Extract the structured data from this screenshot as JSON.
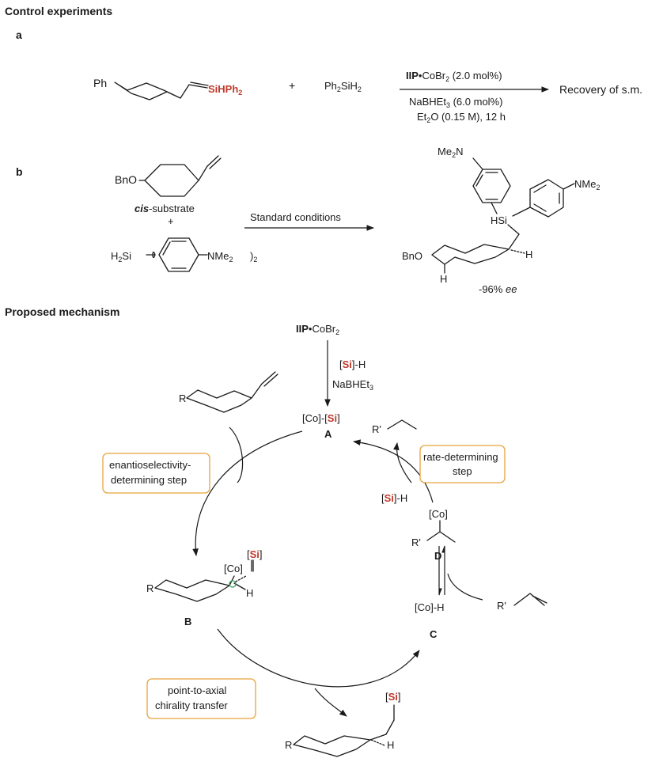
{
  "headings": {
    "control": "Control experiments",
    "mechanism": "Proposed mechanism",
    "part_a": "a",
    "part_b": "b"
  },
  "part_a": {
    "ph_label": "Ph",
    "silane_substituent": "SiHPh",
    "silane_substituent_sub": "2",
    "plus": "+",
    "reagent": "Ph",
    "reagent_sub1": "2",
    "reagent_mid": "SiH",
    "reagent_sub2": "2",
    "catalyst_bold": "IIP",
    "catalyst_rest": "•CoBr",
    "catalyst_sub": "2",
    "catalyst_loading": " (2.0 mol%)",
    "additive": "NaBHEt",
    "additive_sub": "3",
    "additive_loading": " (6.0 mol%)",
    "solvent": "Et",
    "solvent_sub": "2",
    "solvent_rest": "O (0.15 M), 12 h",
    "result": "Recovery of s.m."
  },
  "part_b": {
    "bno": "BnO",
    "cis_bold": "cis",
    "cis_rest": "-substrate",
    "plus": "+",
    "silane_h": "H",
    "silane_h_sub": "2",
    "silane_si": "Si",
    "silane_nme": "NMe",
    "silane_nme_sub": "2",
    "silane_close": ")",
    "silane_close_sub": "2",
    "conditions": "Standard conditions",
    "product_me2n": "Me",
    "product_me2n_sub": "2",
    "product_me2n_n": "N",
    "product_nme": "NMe",
    "product_nme_sub": "2",
    "product_hsi": "HSi",
    "product_bno": "BnO",
    "product_h1": "H",
    "product_h2": "H",
    "ee_value": "-96% ",
    "ee_unit": "ee"
  },
  "mechanism": {
    "catalyst_bold": "IIP",
    "catalyst_rest": "•CoBr",
    "catalyst_sub": "2",
    "si_bracket_open": "[",
    "si_label": "Si",
    "si_bracket_close": "]",
    "si_h_suffix": "-H",
    "activator": "NaBHEt",
    "activator_sub": "3",
    "species_a_co": "[Co]-[",
    "species_a_label": "A",
    "species_b_label": "B",
    "species_c_label": "C",
    "species_d_label": "D",
    "co": "[Co]",
    "co_h": "[Co]-H",
    "r": "R",
    "r_prime": "R'",
    "h": "H",
    "box_enantio_1": "enantioselectivity-",
    "box_enantio_2": "determining step",
    "box_rate_1": "rate-determining",
    "box_rate_2": "step",
    "box_point_1": "point-to-axial",
    "box_point_2": "chirality transfer"
  },
  "colors": {
    "silicon_red": "#c0392b",
    "box_orange": "#e8a33c",
    "stereocenter_green": "#3aa35a"
  }
}
